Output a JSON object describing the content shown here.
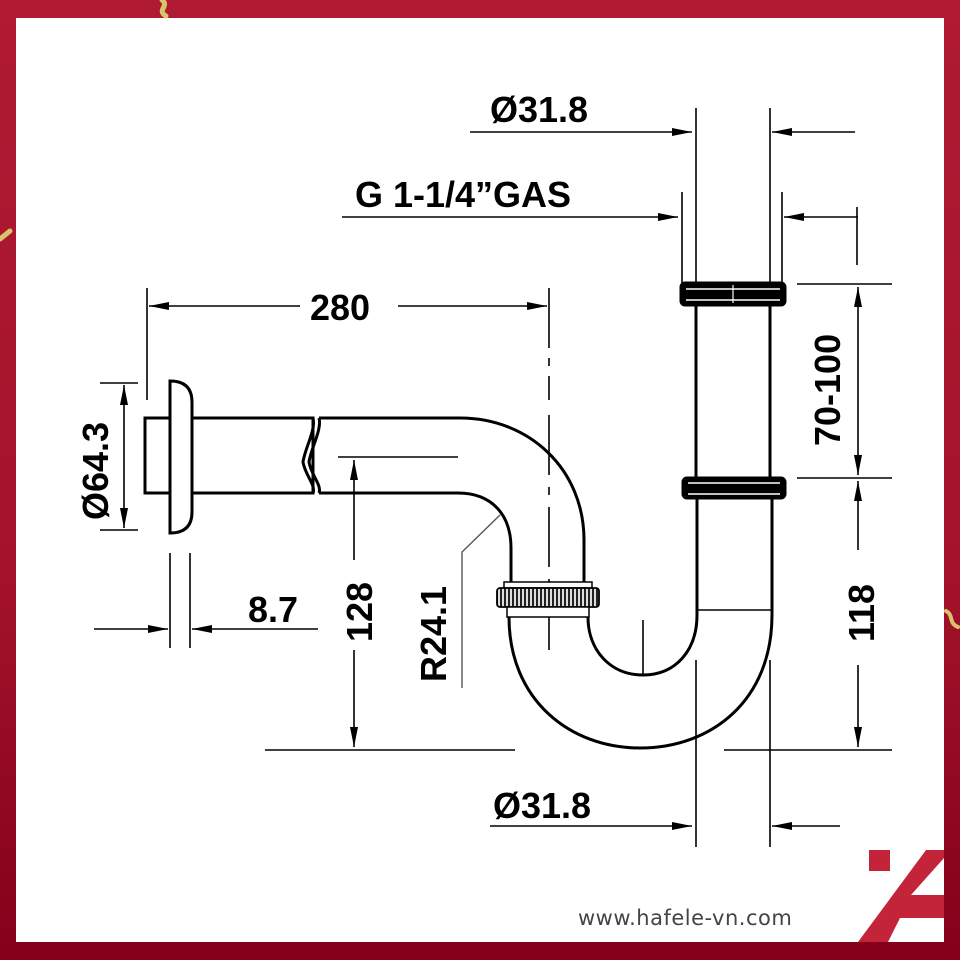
{
  "drawing": {
    "title": "P-trap siphon technical drawing",
    "dimensions": {
      "top_diameter": "Ø31.8",
      "thread": "G 1-1/4”GAS",
      "length": "280",
      "flange_diameter": "Ø64.3",
      "flange_thickness": "8.7",
      "height_drop": "128",
      "bend_radius": "R24.1",
      "adjustable_height": "70-100",
      "lower_height": "118",
      "bottom_diameter": "Ø31.8"
    }
  },
  "footer": {
    "website": "www.hafele-vn.com",
    "logo_icon": "hafele-logo-icon"
  },
  "colors": {
    "frame": "#b01a33",
    "frame_bottom": "#84001a",
    "logo": "#c3243a",
    "line": "#000000",
    "confetti": "#d8c46a"
  }
}
